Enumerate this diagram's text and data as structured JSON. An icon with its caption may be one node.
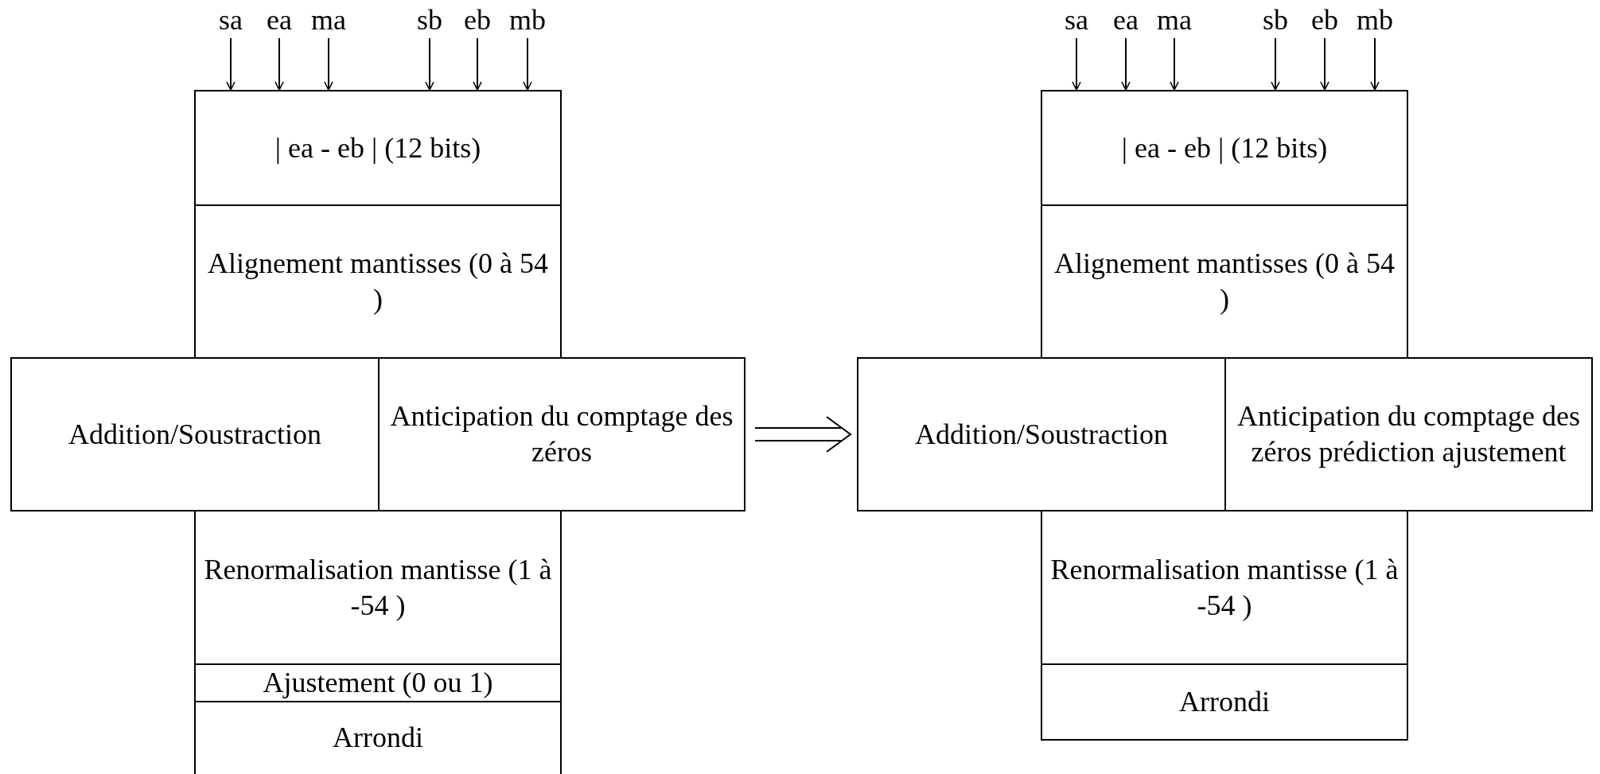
{
  "diagram": {
    "nodes": [
      {
        "text": [
          "sa"
        ]
      },
      {
        "text": [
          "ea"
        ]
      },
      {
        "text": [
          "ma"
        ]
      },
      {
        "text": [
          "sb"
        ]
      },
      {
        "text": [
          "eb"
        ]
      },
      {
        "text": [
          "mb"
        ]
      },
      {
        "text": [
          "| ea - eb | (12 bits)"
        ]
      },
      {
        "text": [
          "Alignement mantisses (0 à 54 )"
        ]
      },
      {
        "text": [
          "Addition/Soustraction"
        ]
      },
      {
        "text": [
          "Anticipation du comptage des zéros"
        ]
      },
      {
        "text": [
          "Renormalisation mantisse (1 à -54 )"
        ]
      },
      {
        "text": [
          "Ajustement (0 ou 1)"
        ]
      },
      {
        "text": [
          "Arrondi"
        ]
      },
      {
        "text": [
          "sa"
        ]
      },
      {
        "text": [
          "ea"
        ]
      },
      {
        "text": [
          "ma"
        ]
      },
      {
        "text": [
          "sb"
        ]
      },
      {
        "text": [
          "eb"
        ]
      },
      {
        "text": [
          "mb"
        ]
      },
      {
        "text": [
          "| ea - eb | (12 bits)"
        ]
      },
      {
        "text": [
          "Alignement mantisses (0 à 54 )"
        ]
      },
      {
        "text": [
          "Addition/Soustraction"
        ]
      },
      {
        "text": [
          "Anticipation du comptage des zéros prédiction ajustement"
        ]
      },
      {
        "text": [
          "Renormalisation mantisse (1 à -54 )"
        ]
      },
      {
        "text": [
          "Arrondi"
        ]
      }
    ],
    "edges": [
      {
        "from": 0,
        "to": 6,
        "arrow": "to"
      },
      {
        "from": 1,
        "to": 6,
        "arrow": "to"
      },
      {
        "from": 2,
        "to": 6,
        "arrow": "to"
      },
      {
        "from": 3,
        "to": 6,
        "arrow": "to"
      },
      {
        "from": 4,
        "to": 6,
        "arrow": "to"
      },
      {
        "from": 5,
        "to": 6,
        "arrow": "to"
      },
      {
        "from": 13,
        "to": 19,
        "arrow": "to"
      },
      {
        "from": 14,
        "to": 19,
        "arrow": "to"
      },
      {
        "from": 15,
        "to": 19,
        "arrow": "to"
      },
      {
        "from": 16,
        "to": 19,
        "arrow": "to"
      },
      {
        "from": 17,
        "to": 19,
        "arrow": "to"
      },
      {
        "from": 18,
        "to": 19,
        "arrow": "to"
      },
      {
        "from": 9,
        "to": 21,
        "arrow": "to"
      }
    ]
  }
}
